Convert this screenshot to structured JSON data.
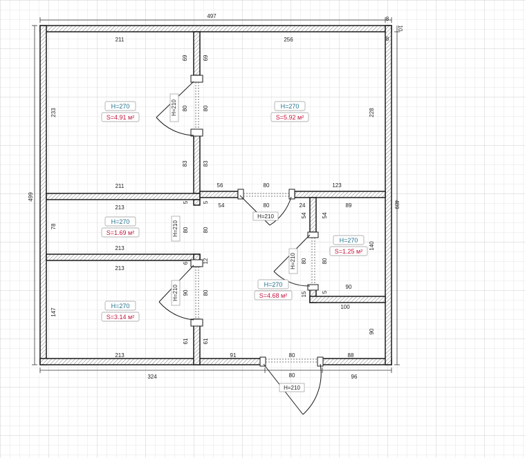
{
  "colors": {
    "wall": "#1a1a1a",
    "hatch": "#9a9a9a",
    "grid": "#e3e3e3",
    "grid_major": "#cfcfcf",
    "height_label": "#1f6f8b",
    "area_label": "#c0143c",
    "dim_line": "#333333"
  },
  "dims": {
    "overall_top": "497",
    "wall_top_right": "8",
    "wall_right_top": "10",
    "wall_right_inner": "8",
    "room1_top": "211",
    "room2_top": "256",
    "room1_left": "233",
    "room2_right": "228",
    "door1_upper": "69",
    "door1_mid": "80",
    "door1_lower": "83",
    "door1_upper_r": "69",
    "door1_mid_r": "80",
    "door1_lower_r": "83",
    "room1_bottom": "211",
    "hall_56": "56",
    "hall_80": "80",
    "hall_123": "123",
    "overall_left": "499",
    "overall_right": "489",
    "room3_top": "213",
    "room3_left": "78",
    "room3_bottom": "213",
    "wall_5a": "5",
    "wall_5b": "5",
    "d2_80a": "80",
    "d2_80b": "80",
    "hall_54": "54",
    "hall_80b": "80",
    "hall_24": "24",
    "bath_54": "54",
    "bath_89": "89",
    "bath_140": "140",
    "bath_80": "80",
    "bath_80b": "80",
    "bath_90": "90",
    "bath_15": "15",
    "bath_5": "5",
    "room4_top": "213",
    "wall_6": "6",
    "wall_12": "12",
    "room4_left": "147",
    "d4_90": "90",
    "d4_80": "80",
    "d4_61a": "61",
    "d4_61b": "61",
    "room4_bottom": "213",
    "hall_100": "100",
    "hall_90": "90",
    "bot_91": "91",
    "bot_80": "80",
    "bot_88": "88",
    "overall_bottom_left": "324",
    "entry_80": "80",
    "overall_bottom_right": "96"
  },
  "rooms": [
    {
      "height": "H=270",
      "area": "S=4.91 м²"
    },
    {
      "height": "H=270",
      "area": "S=5.92 м²"
    },
    {
      "height": "H=270",
      "area": "S=1.69 м²"
    },
    {
      "height": "H=270",
      "area": "S=1.25 м²"
    },
    {
      "height": "H=270",
      "area": "S=4.68 м²"
    },
    {
      "height": "H=270",
      "area": "S=3.14 м²"
    }
  ],
  "doors": [
    "H=210",
    "H=210",
    "H=210",
    "H=210",
    "H=210",
    "H=210"
  ]
}
